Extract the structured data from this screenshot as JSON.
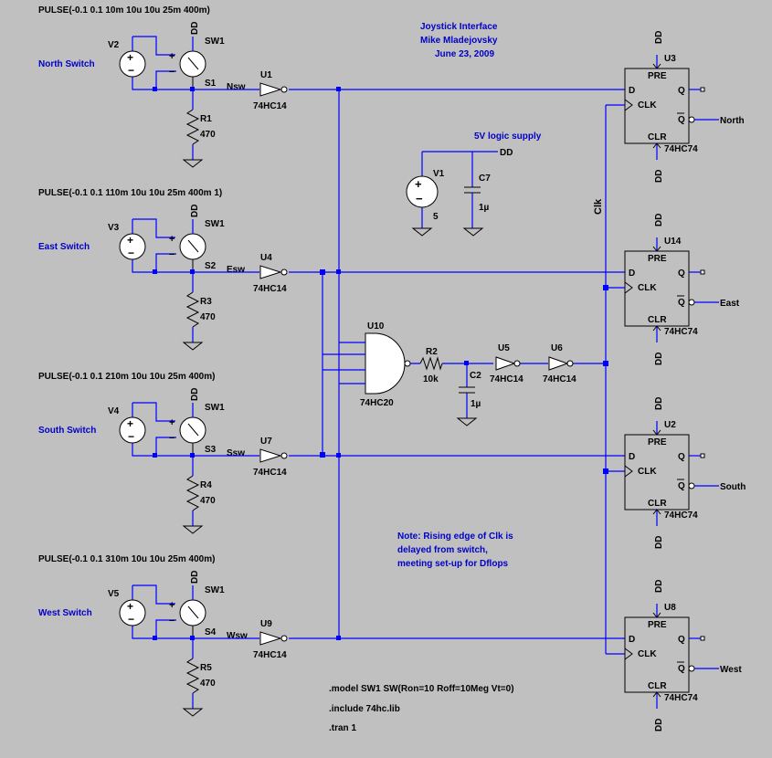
{
  "title": {
    "line1": "Joystick Interface",
    "line2": "Mike Mladejovsky",
    "line3": "June 23, 2009"
  },
  "supply": {
    "label": "5V logic supply",
    "net": "DD",
    "source": "V1",
    "source_value": "5",
    "cap": "C7",
    "cap_value": "1µ"
  },
  "channels": [
    {
      "pulse": "PULSE(-0.1 0.1 10m 10u 10u 25m 400m)",
      "vsrc": "V2",
      "name": "North Switch",
      "sw_model": "SW1",
      "switch": "S1",
      "dd": "DD",
      "resistor": "R1",
      "r_value": "470",
      "net": "Nsw",
      "inverter": "U1",
      "inv_model": "74HC14",
      "ff": "U3",
      "ff_model": "74HC74",
      "output": "North"
    },
    {
      "pulse": "PULSE(-0.1 0.1 110m 10u 10u 25m 400m 1)",
      "vsrc": "V3",
      "name": "East Switch",
      "sw_model": "SW1",
      "switch": "S2",
      "dd": "DD",
      "resistor": "R3",
      "r_value": "470",
      "net": "Esw",
      "inverter": "U4",
      "inv_model": "74HC14",
      "ff": "U14",
      "ff_model": "74HC74",
      "output": "East"
    },
    {
      "pulse": "PULSE(-0.1 0.1 210m 10u 10u 25m 400m)",
      "vsrc": "V4",
      "name": "South Switch",
      "sw_model": "SW1",
      "switch": "S3",
      "dd": "DD",
      "resistor": "R4",
      "r_value": "470",
      "net": "Ssw",
      "inverter": "U7",
      "inv_model": "74HC14",
      "ff": "U2",
      "ff_model": "74HC74",
      "output": "South"
    },
    {
      "pulse": "PULSE(-0.1 0.1 310m 10u 10u 25m 400m)",
      "vsrc": "V5",
      "name": "West Switch",
      "sw_model": "SW1",
      "switch": "S4",
      "dd": "DD",
      "resistor": "R5",
      "r_value": "470",
      "net": "Wsw",
      "inverter": "U9",
      "inv_model": "74HC14",
      "ff": "U8",
      "ff_model": "74HC74",
      "output": "West"
    }
  ],
  "ff_pins": {
    "pre": "PRE",
    "clr": "CLR",
    "d": "D",
    "clk": "CLK",
    "q": "Q",
    "qbar": "Q"
  },
  "clock_path": {
    "nand": "U10",
    "nand_model": "74HC20",
    "resistor": "R2",
    "r_value": "10k",
    "cap": "C2",
    "cap_value": "1µ",
    "inv1": "U5",
    "inv1_model": "74HC14",
    "inv2": "U6",
    "inv2_model": "74HC14",
    "net": "Clk"
  },
  "note": {
    "line1": "Note: Rising edge of Clk is",
    "line2": "delayed from switch,",
    "line3": "meeting set-up for Dflops"
  },
  "directives": {
    "model": ".model SW1 SW(Ron=10 Roff=10Meg Vt=0)",
    "include": ".include 74hc.lib",
    "tran": ".tran 1"
  },
  "colors": {
    "background": "#c0c0c0",
    "wire": "#0000ff",
    "label": "#0000c8",
    "component": "#000000"
  }
}
